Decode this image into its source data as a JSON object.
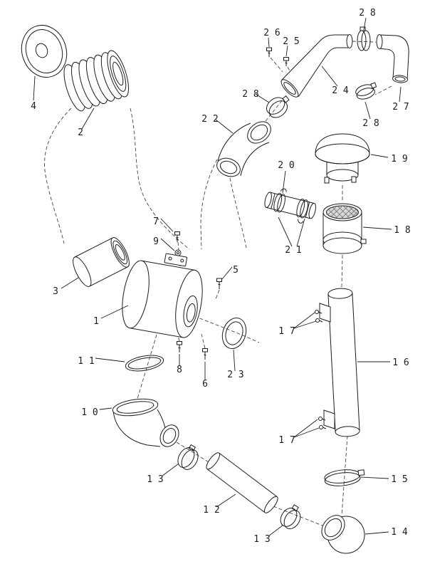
{
  "colors": {
    "background": "#ffffff",
    "line": "#1c1c1c",
    "dash": "#444444",
    "mesh_fill": "#d7d7d7"
  },
  "diagram": {
    "kind": "exploded-parts-diagram",
    "labels": [
      {
        "part": "4",
        "text": "4"
      },
      {
        "part": "2",
        "text": "2"
      },
      {
        "part": "3",
        "text": "3"
      },
      {
        "part": "1",
        "text": "1"
      },
      {
        "part": "5",
        "text": "5"
      },
      {
        "part": "6",
        "text": "6"
      },
      {
        "part": "7",
        "text": "7"
      },
      {
        "part": "8",
        "text": "8"
      },
      {
        "part": "9",
        "text": "9"
      },
      {
        "part": "10",
        "text": "1 0"
      },
      {
        "part": "11",
        "text": "1 1"
      },
      {
        "part": "12",
        "text": "1 2"
      },
      {
        "part": "13",
        "text": "1 3"
      },
      {
        "part": "13",
        "text": "1 3"
      },
      {
        "part": "14",
        "text": "1 4"
      },
      {
        "part": "15",
        "text": "1 5"
      },
      {
        "part": "16",
        "text": "1 6"
      },
      {
        "part": "17",
        "text": "1 7"
      },
      {
        "part": "17",
        "text": "1 7"
      },
      {
        "part": "18",
        "text": "1 8"
      },
      {
        "part": "19",
        "text": "1 9"
      },
      {
        "part": "20",
        "text": "2 0"
      },
      {
        "part": "21",
        "text": "2 1"
      },
      {
        "part": "22",
        "text": "2 2"
      },
      {
        "part": "23",
        "text": "2 3"
      },
      {
        "part": "24",
        "text": "2 4"
      },
      {
        "part": "25",
        "text": "2 5"
      },
      {
        "part": "26",
        "text": "2 6"
      },
      {
        "part": "27",
        "text": "2 7"
      },
      {
        "part": "28",
        "text": "2 8"
      },
      {
        "part": "28",
        "text": "2 8"
      },
      {
        "part": "28",
        "text": "2 8"
      }
    ]
  }
}
